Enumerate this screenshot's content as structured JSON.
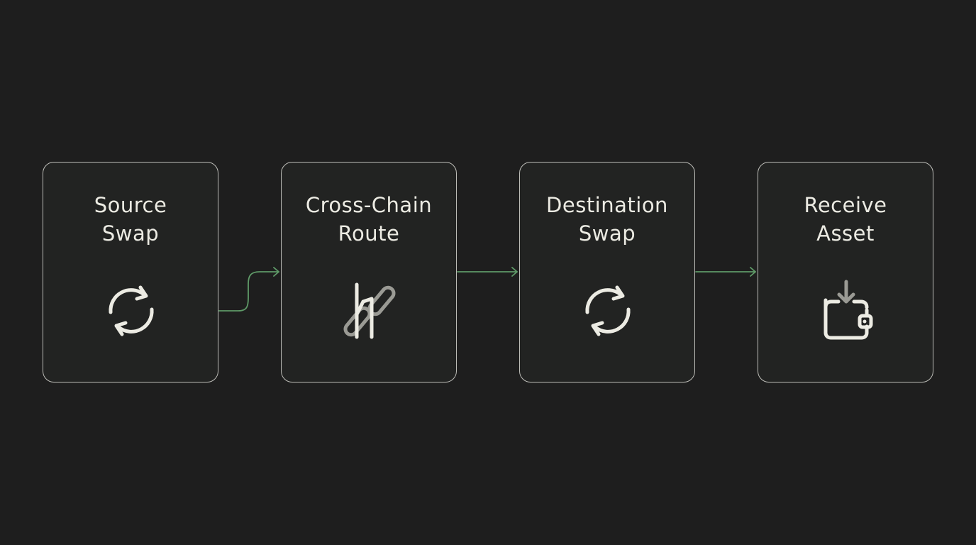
{
  "colors": {
    "background": "#1e1e1e",
    "box_fill": "#222322",
    "box_border": "#bdbdb8",
    "text": "#ecebe3",
    "icon": "#ecebe3",
    "icon_muted": "#9a9a94",
    "connector": "#5f9a68"
  },
  "steps": [
    {
      "line1": "Source",
      "line2": "Swap",
      "icon": "refresh-arrows-icon"
    },
    {
      "line1": "Cross-Chain",
      "line2": "Route",
      "icon": "chain-link-icon"
    },
    {
      "line1": "Destination",
      "line2": "Swap",
      "icon": "refresh-arrows-icon"
    },
    {
      "line1": "Receive",
      "line2": "Asset",
      "icon": "wallet-receive-icon"
    }
  ]
}
